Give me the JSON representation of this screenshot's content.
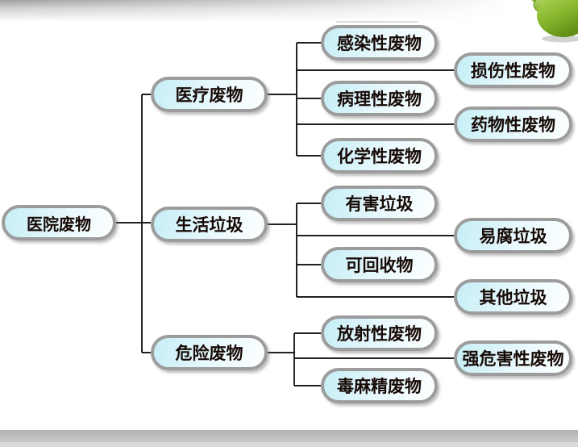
{
  "tree": {
    "root": {
      "label": "医院废物"
    },
    "branches": [
      {
        "label": "医疗废物",
        "children": [
          {
            "label": "感染性废物"
          },
          {
            "label": "损伤性废物"
          },
          {
            "label": "病理性废物"
          },
          {
            "label": "药物性废物"
          },
          {
            "label": "化学性废物"
          }
        ]
      },
      {
        "label": "生活垃圾",
        "children": [
          {
            "label": "有害垃圾"
          },
          {
            "label": "易腐垃圾"
          },
          {
            "label": "可回收物"
          },
          {
            "label": "其他垃圾"
          }
        ]
      },
      {
        "label": "危险废物",
        "children": [
          {
            "label": "放射性废物"
          },
          {
            "label": "强危害性废物"
          },
          {
            "label": "毒麻精废物"
          }
        ]
      }
    ]
  },
  "colors": {
    "node_fill_left": "#c6eef6",
    "node_fill_right": "#fdffff",
    "node_border": "#9c9c9c",
    "node_text": "#170a06",
    "connector": "#000000",
    "decoration_green": "#8ab82e",
    "footer_bar": "#b1b1b1"
  }
}
